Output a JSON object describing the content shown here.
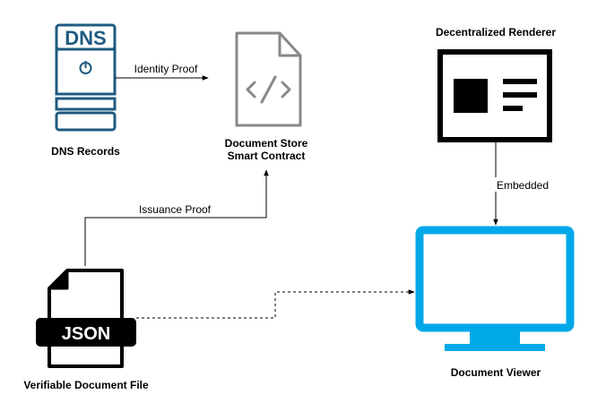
{
  "nodes": {
    "dns": {
      "icon_text": "DNS",
      "label": "DNS Records",
      "color": "#1f5b80"
    },
    "store": {
      "label_line1": "Document Store",
      "label_line2": "Smart Contract",
      "color": "#888888"
    },
    "renderer": {
      "label": "Decentralized Renderer",
      "color": "#000000"
    },
    "json_file": {
      "icon_text": "JSON",
      "label": "Verifiable Document File",
      "color": "#000000"
    },
    "viewer": {
      "label": "Document Viewer",
      "color": "#00a8e8"
    }
  },
  "edges": {
    "identity": {
      "label": "Identity Proof",
      "style": "solid"
    },
    "issuance": {
      "label": "Issuance Proof",
      "style": "solid"
    },
    "embedded": {
      "label": "Embedded",
      "style": "solid"
    },
    "view": {
      "label": "",
      "style": "dashed"
    }
  }
}
